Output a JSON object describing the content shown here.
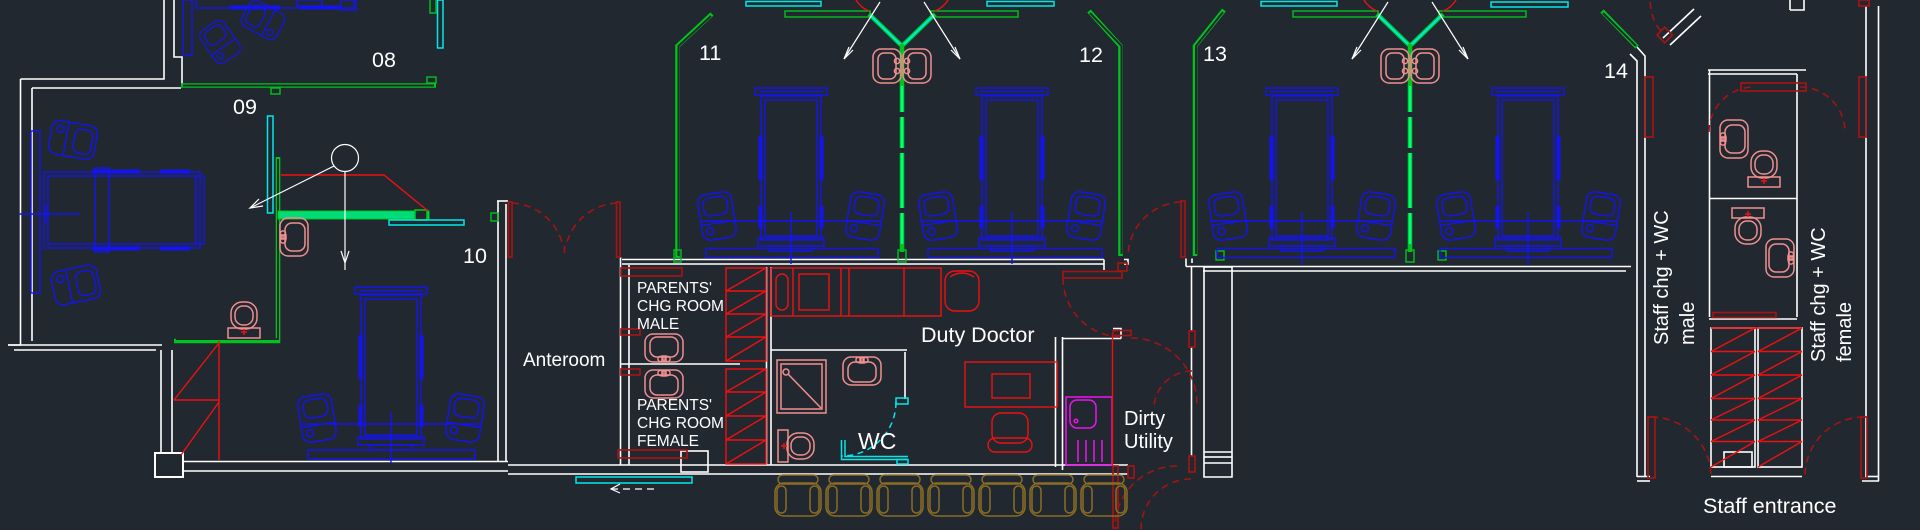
{
  "drawing": {
    "type": "architectural-floor-plan",
    "style": "CAD model space, dark background",
    "background_color": "#212830",
    "palette": {
      "walls": "#ffffff",
      "partitions_glazing": "#00c41d",
      "windows": "#00e8e8",
      "furniture_beds": "#1414f0",
      "sanitary_fixtures": "#ef8f8f",
      "equipment_hatch": "#f01010",
      "door_swings": "#a31414",
      "dirty_utility_sink": "#f012f0",
      "waiting_chairs": "#8a6d25",
      "text": "#ffffff"
    },
    "bay_numbers": [
      "08",
      "09",
      "10",
      "11",
      "12",
      "13",
      "14"
    ],
    "labels": {
      "anteroom": "Anteroom",
      "parents_chg_male": [
        "PARENTS'",
        "CHG ROOM",
        "MALE"
      ],
      "parents_chg_female": [
        "PARENTS'",
        "CHG ROOM",
        "FEMALE"
      ],
      "wc": "WC",
      "duty_doctor": "Duty Doctor",
      "dirty_utility": [
        "Dirty",
        "Utility"
      ],
      "staff_chg_wc": "Staff chg + WC",
      "male": "male",
      "female": "female",
      "staff_entrance": "Staff entrance"
    }
  }
}
